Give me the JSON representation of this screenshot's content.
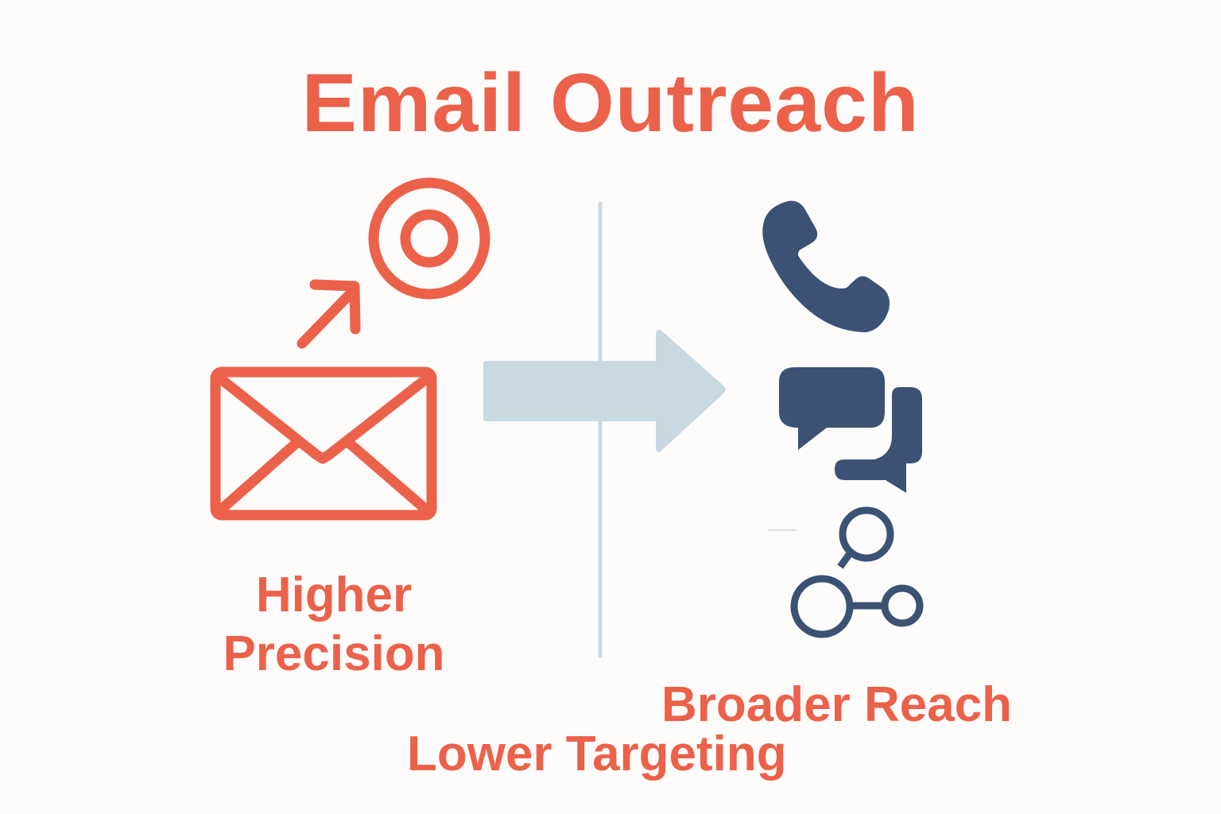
{
  "title": "Email Outreach",
  "left": {
    "icons": [
      "envelope-icon",
      "arrow-up-right-icon",
      "target-icon"
    ],
    "label_line1": "Higher",
    "label_line2": "Precision"
  },
  "center": {
    "icons": [
      "right-arrow-icon",
      "divider-line"
    ]
  },
  "right": {
    "icons": [
      "phone-icon",
      "chat-bubbles-icon",
      "network-nodes-icon"
    ],
    "label_broader": "Broader Reach",
    "label_lower": "Lower Targeting"
  },
  "colors": {
    "accent": "#ec614a",
    "navy": "#3b5275",
    "arrow": "#c8d9e2",
    "background": "#fdfcfb"
  }
}
